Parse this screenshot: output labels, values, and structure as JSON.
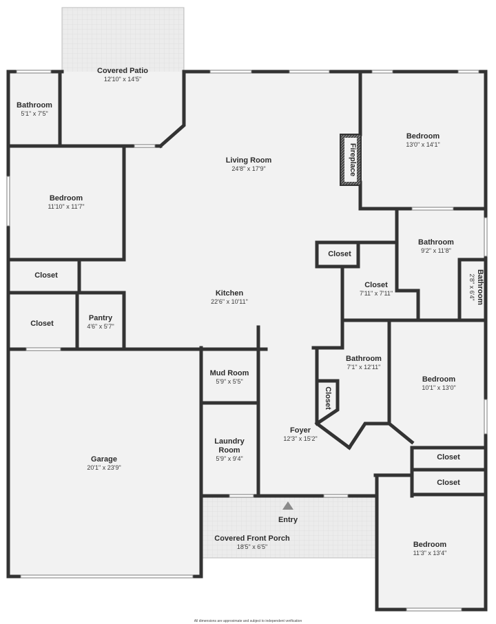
{
  "rooms": {
    "covered_patio": {
      "name": "Covered Patio",
      "dim": "12'10\" x 14'5\""
    },
    "bathroom_nw": {
      "name": "Bathroom",
      "dim": "5'1\" x 7'5\""
    },
    "living_room": {
      "name": "Living Room",
      "dim": "24'8\" x 17'9\""
    },
    "fireplace": {
      "name": "Fireplace"
    },
    "bedroom_ne": {
      "name": "Bedroom",
      "dim": "13'0\" x 14'1\""
    },
    "bedroom_w": {
      "name": "Bedroom",
      "dim": "11'10\" x 11'7\""
    },
    "closet_a": {
      "name": "Closet"
    },
    "bathroom_e": {
      "name": "Bathroom",
      "dim": "9'2\" x 11'8\""
    },
    "closet_w1": {
      "name": "Closet"
    },
    "kitchen": {
      "name": "Kitchen",
      "dim": "22'6\" x 10'11\""
    },
    "closet_mid": {
      "name": "Closet",
      "dim": "7'11\" x 7'11\""
    },
    "bathroom_small": {
      "name": "Bathroom",
      "dim": "2'8\" x 6'4\""
    },
    "closet_w2": {
      "name": "Closet"
    },
    "pantry": {
      "name": "Pantry",
      "dim": "4'6\" x 5'7\""
    },
    "mud_room": {
      "name": "Mud Room",
      "dim": "5'9\" x 5'5\""
    },
    "bathroom_c": {
      "name": "Bathroom",
      "dim": "7'1\" x 12'11\""
    },
    "bedroom_e": {
      "name": "Bedroom",
      "dim": "10'1\" x 13'0\""
    },
    "closet_b": {
      "name": "Closet"
    },
    "foyer": {
      "name": "Foyer",
      "dim": "12'3\" x 15'2\""
    },
    "laundry": {
      "name1": "Laundry",
      "name2": "Room",
      "dim": "5'9\" x 9'4\""
    },
    "garage": {
      "name": "Garage",
      "dim": "20'1\" x 23'9\""
    },
    "closet_e1": {
      "name": "Closet"
    },
    "closet_e2": {
      "name": "Closet"
    },
    "entry": {
      "name": "Entry"
    },
    "front_porch": {
      "name": "Covered Front Porch",
      "dim": "18'5\" x 6'5\""
    },
    "bedroom_se": {
      "name": "Bedroom",
      "dim": "11'3\" x 13'4\""
    }
  },
  "disclaimer": "All dimensions are approximate and subject to independent verification",
  "colors": {
    "wall": "#333333",
    "floor": "#f2f2f2",
    "paving": "#e9e9e9",
    "window": "#ffffff"
  }
}
